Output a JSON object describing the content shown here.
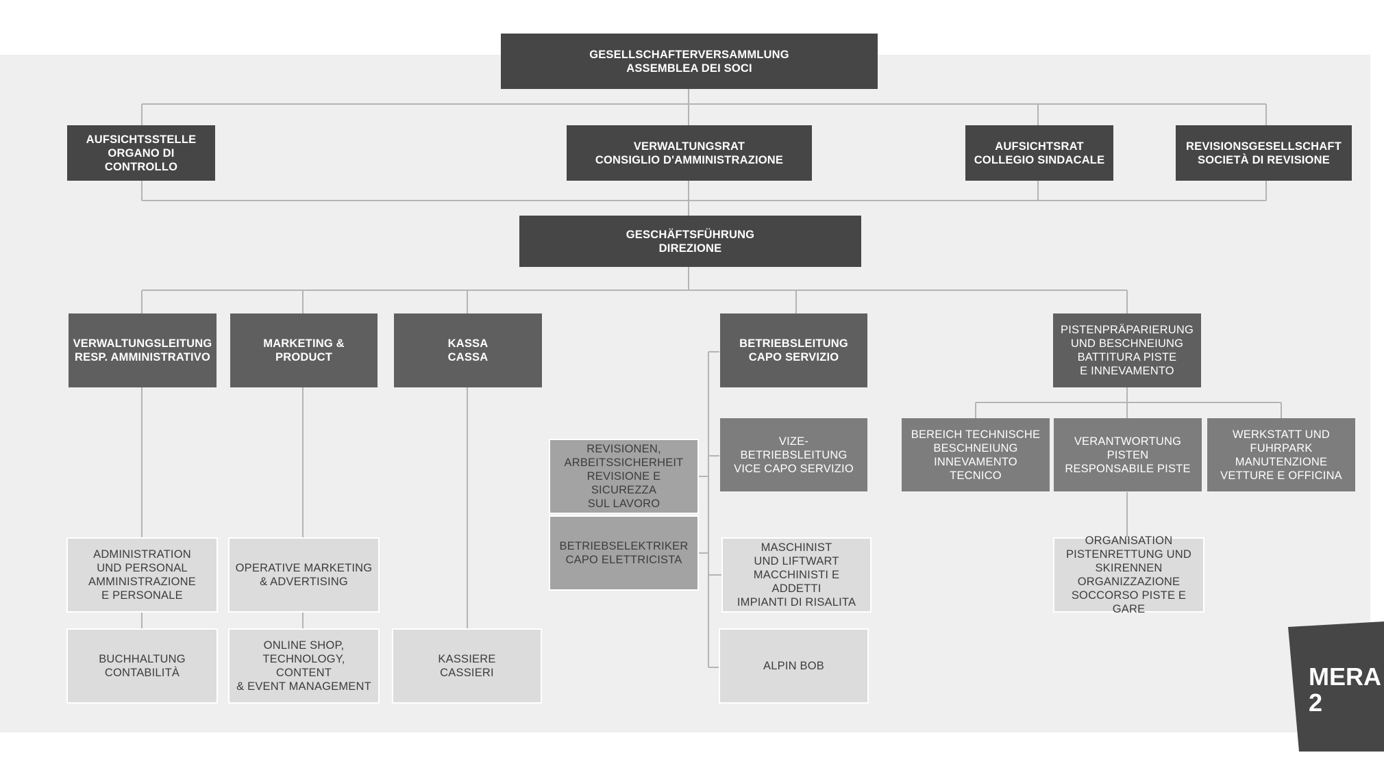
{
  "top": {
    "label": "GESELLSCHAFTERVERSAMMLUNG\nASSEMBLEA DEI SOCI"
  },
  "boards": {
    "supervisory_body": "AUFSICHTSSTELLE\nORGANO DI CONTROLLO",
    "board_of_directors": "VERWALTUNGSRAT\nCONSIGLIO D'AMMINISTRAZIONE",
    "audit_board": "AUFSICHTSRAT\nCOLLEGIO SINDACALE",
    "audit_firm": "REVISIONSGESELLSCHAFT\nSOCIETÀ DI REVISIONE"
  },
  "management": {
    "label": "GESCHÄFTSFÜHRUNG\nDIREZIONE"
  },
  "departments": {
    "administration": "VERWALTUNGSLEITUNG\nRESP. AMMINISTRATIVO",
    "marketing": "MARKETING &\nPRODUCT",
    "cash": "KASSA\nCASSA",
    "operations": "BETRIEBSLEITUNG\nCAPO SERVIZIO",
    "slopes": "PISTENPRÄPARIERUNG\nUND BESCHNEIUNG\nBATTITURA PISTE\nE INNEVAMENTO"
  },
  "operations_units": {
    "vice": "VIZE-BETRIEBSLEITUNG\nVICE CAPO SERVIZIO",
    "revisions": "REVISIONEN,\nARBEITSSICHERHEIT\nREVISIONE E SICUREZZA\nSUL LAVORO",
    "electrician": "BETRIEBSELEKTRIKER\nCAPO ELETTRICISTA",
    "machinist": "MASCHINIST\nUND LIFTWART\nMACCHINISTI E ADDETTI\nIMPIANTI DI RISALITA",
    "alpin_bob": "ALPIN BOB"
  },
  "slopes_units": {
    "snowmaking": "BEREICH TECHNISCHE\nBESCHNEIUNG\nINNEVAMENTO TECNICO",
    "slope_manager": "VERANTWORTUNG\nPISTEN\nRESPONSABILE PISTE",
    "workshop": "WERKSTATT UND\nFUHRPARK\nMANUTENZIONE\nVETTURE E OFFICINA",
    "rescue": "ORGANISATION\nPISTENRETTUNG UND\nSKIRENNEN\nORGANIZZAZIONE\nSOCCORSO PISTE E GARE"
  },
  "admin_units": {
    "admin_personal": "ADMINISTRATION\nUND PERSONAL\nAMMINISTRAZIONE\nE PERSONALE",
    "accounting": "BUCHHALTUNG\nCONTABILITÀ"
  },
  "marketing_units": {
    "operative": "OPERATIVE MARKETING\n& ADVERTISING",
    "online": "ONLINE SHOP,\nTECHNOLOGY, CONTENT\n& EVENT MANAGEMENT"
  },
  "cash_units": {
    "cashiers": "KASSIERE\nCASSIERI"
  },
  "logo": {
    "text": "MERA\n2"
  },
  "colors": {
    "background_band": "#efefef",
    "level1": "#464646",
    "level2": "#5f5f5f",
    "level3": "#7d7d7d",
    "level3_light": "#a3a3a3",
    "level4": "#dcdcdc",
    "connector": "#b4b4b4"
  }
}
